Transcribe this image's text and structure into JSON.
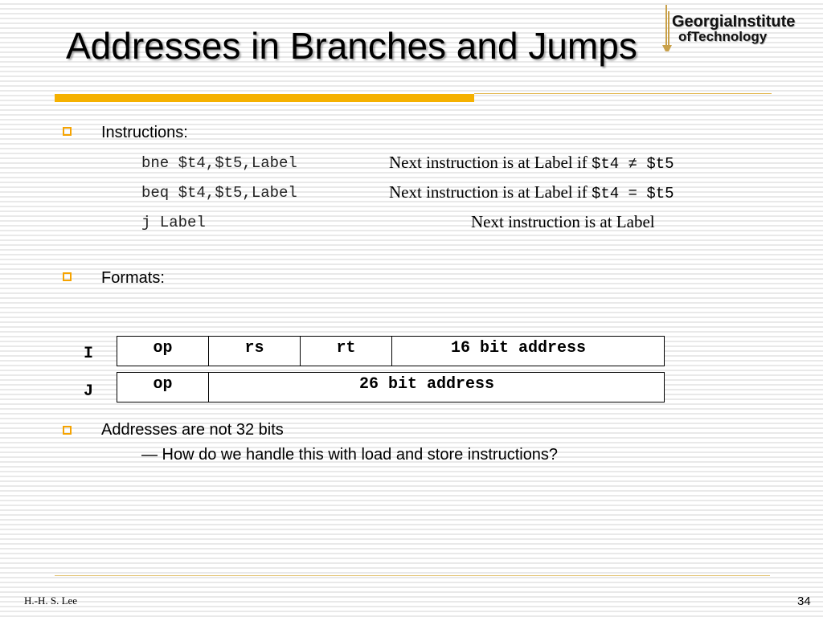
{
  "slide": {
    "title": "Addresses in Branches and Jumps",
    "logo": {
      "line1": "GeorgiaInstitute",
      "line2": "ofTechnology",
      "icon": "torch-icon"
    }
  },
  "bullets": [
    {
      "text": "Instructions:"
    },
    {
      "text": "Formats:"
    },
    {
      "text": "Addresses are not 32 bits"
    }
  ],
  "instructions": [
    {
      "code": "bne $t4,$t5,Label",
      "desc": "Next instruction is at Label if ",
      "cond": "$t4 ≠ $t5"
    },
    {
      "code": "beq $t4,$t5,Label",
      "desc": "Next instruction is at Label if ",
      "cond": "$t4 = $t5"
    },
    {
      "code": "j Label",
      "desc": "Next instruction is at Label",
      "cond": ""
    }
  ],
  "formats": [
    {
      "label": "I",
      "fields": [
        "op",
        "rs",
        "rt",
        "16 bit address"
      ]
    },
    {
      "label": "J",
      "fields": [
        "op",
        "26 bit address"
      ]
    }
  ],
  "sub_note": "— How do we handle this with load and store instructions?",
  "footer": {
    "author": "H.-H. S. Lee",
    "page": "34"
  },
  "colors": {
    "accent_bar": "#f5b100",
    "bullet": "#f5a300"
  }
}
